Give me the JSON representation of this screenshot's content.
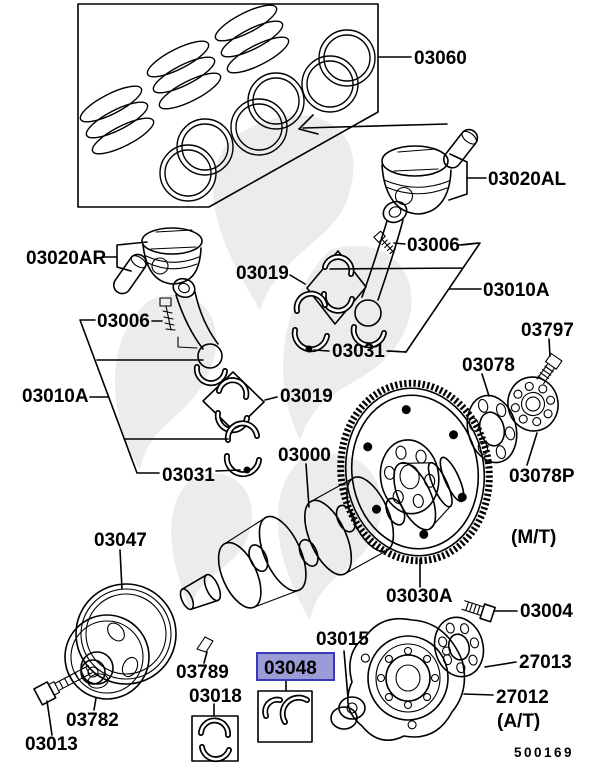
{
  "page": {
    "type": "exploded-parts-diagram",
    "subject": "engine crankshaft, pistons and flywheel parts diagram",
    "drawing_code": "500169",
    "highlighted_part": "03048"
  },
  "colors": {
    "background": "#ffffff",
    "line": "#000000",
    "watermark": "#e9e9e9",
    "highlight_fill": "#9b9bd7",
    "highlight_border": "#3a3ab8"
  },
  "labels": {
    "piston_ring_set": "03060",
    "piston_left": "03020AL",
    "piston_right": "03020AR",
    "connecting_rod": "03006",
    "rod_bearing": "03019",
    "rod_assembly": "03010A",
    "rod_plug": "03031",
    "flywheel_bolt": "03797",
    "adapter_plate": "03078",
    "adapter_plate_p": "03078P",
    "manual_note": "(M/T)",
    "crankshaft": "03000",
    "crankshaft_pulley": "03047",
    "flywheel": "03030A",
    "drive_plate_bolt": "03004",
    "pilot_bushing": "03015",
    "adapter_at": "27013",
    "thrust_washer": "03048",
    "drive_plate_at": "27012",
    "automatic_note": "(A/T)",
    "crankshaft_key": "03789",
    "main_bearing": "03018",
    "damper_pulley": "03782",
    "pulley_bolt": "03013",
    "drawing_code": "500169"
  }
}
